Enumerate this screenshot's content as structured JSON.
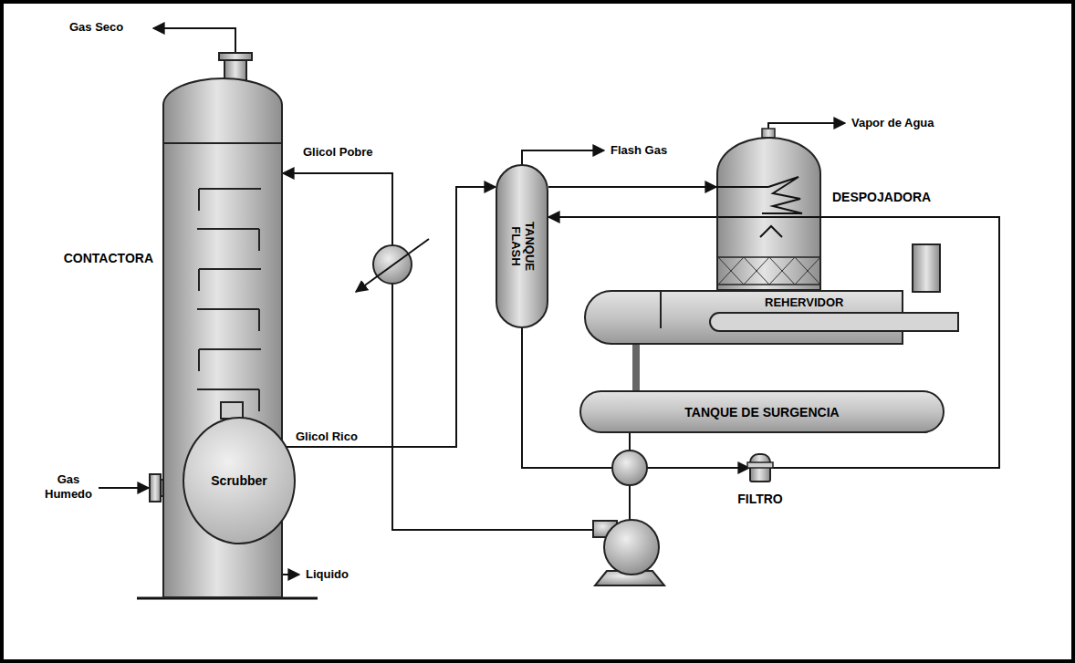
{
  "diagram": {
    "nodes": [
      {
        "text": [
          "CONTACTORA"
        ]
      },
      {
        "text": [
          "Scrubber"
        ],
        "in": 0
      },
      {
        "text": [
          "TANQUE FLASH"
        ]
      },
      {
        "text": [
          "DESPOJADORA"
        ]
      },
      {
        "text": [
          "REHERVIDOR"
        ]
      },
      {
        "text": [
          "TANQUE DE SURGENCIA"
        ]
      },
      {
        "text": [
          "FILTRO"
        ]
      }
    ],
    "edges": [
      {
        "from": 0,
        "to": 2,
        "label": "Glicol Rico",
        "arrow": "to"
      },
      {
        "from": 2,
        "to": 3,
        "arrow": "to"
      },
      {
        "from": 6,
        "to": 2,
        "arrow": "to"
      },
      {
        "from": 2,
        "to": 6,
        "arrow": "none"
      },
      {
        "from": 5,
        "to": 6,
        "arrow": "to"
      },
      {
        "from": 5,
        "to": 0,
        "label": "Glicol Pobre",
        "arrow": "to"
      },
      {
        "from": 4,
        "to": 5,
        "arrow": "none"
      }
    ],
    "labels": [
      "Gas Seco",
      "Gas Humedo",
      "Liquido",
      "Flash Gas",
      "Vapor de Agua"
    ]
  }
}
